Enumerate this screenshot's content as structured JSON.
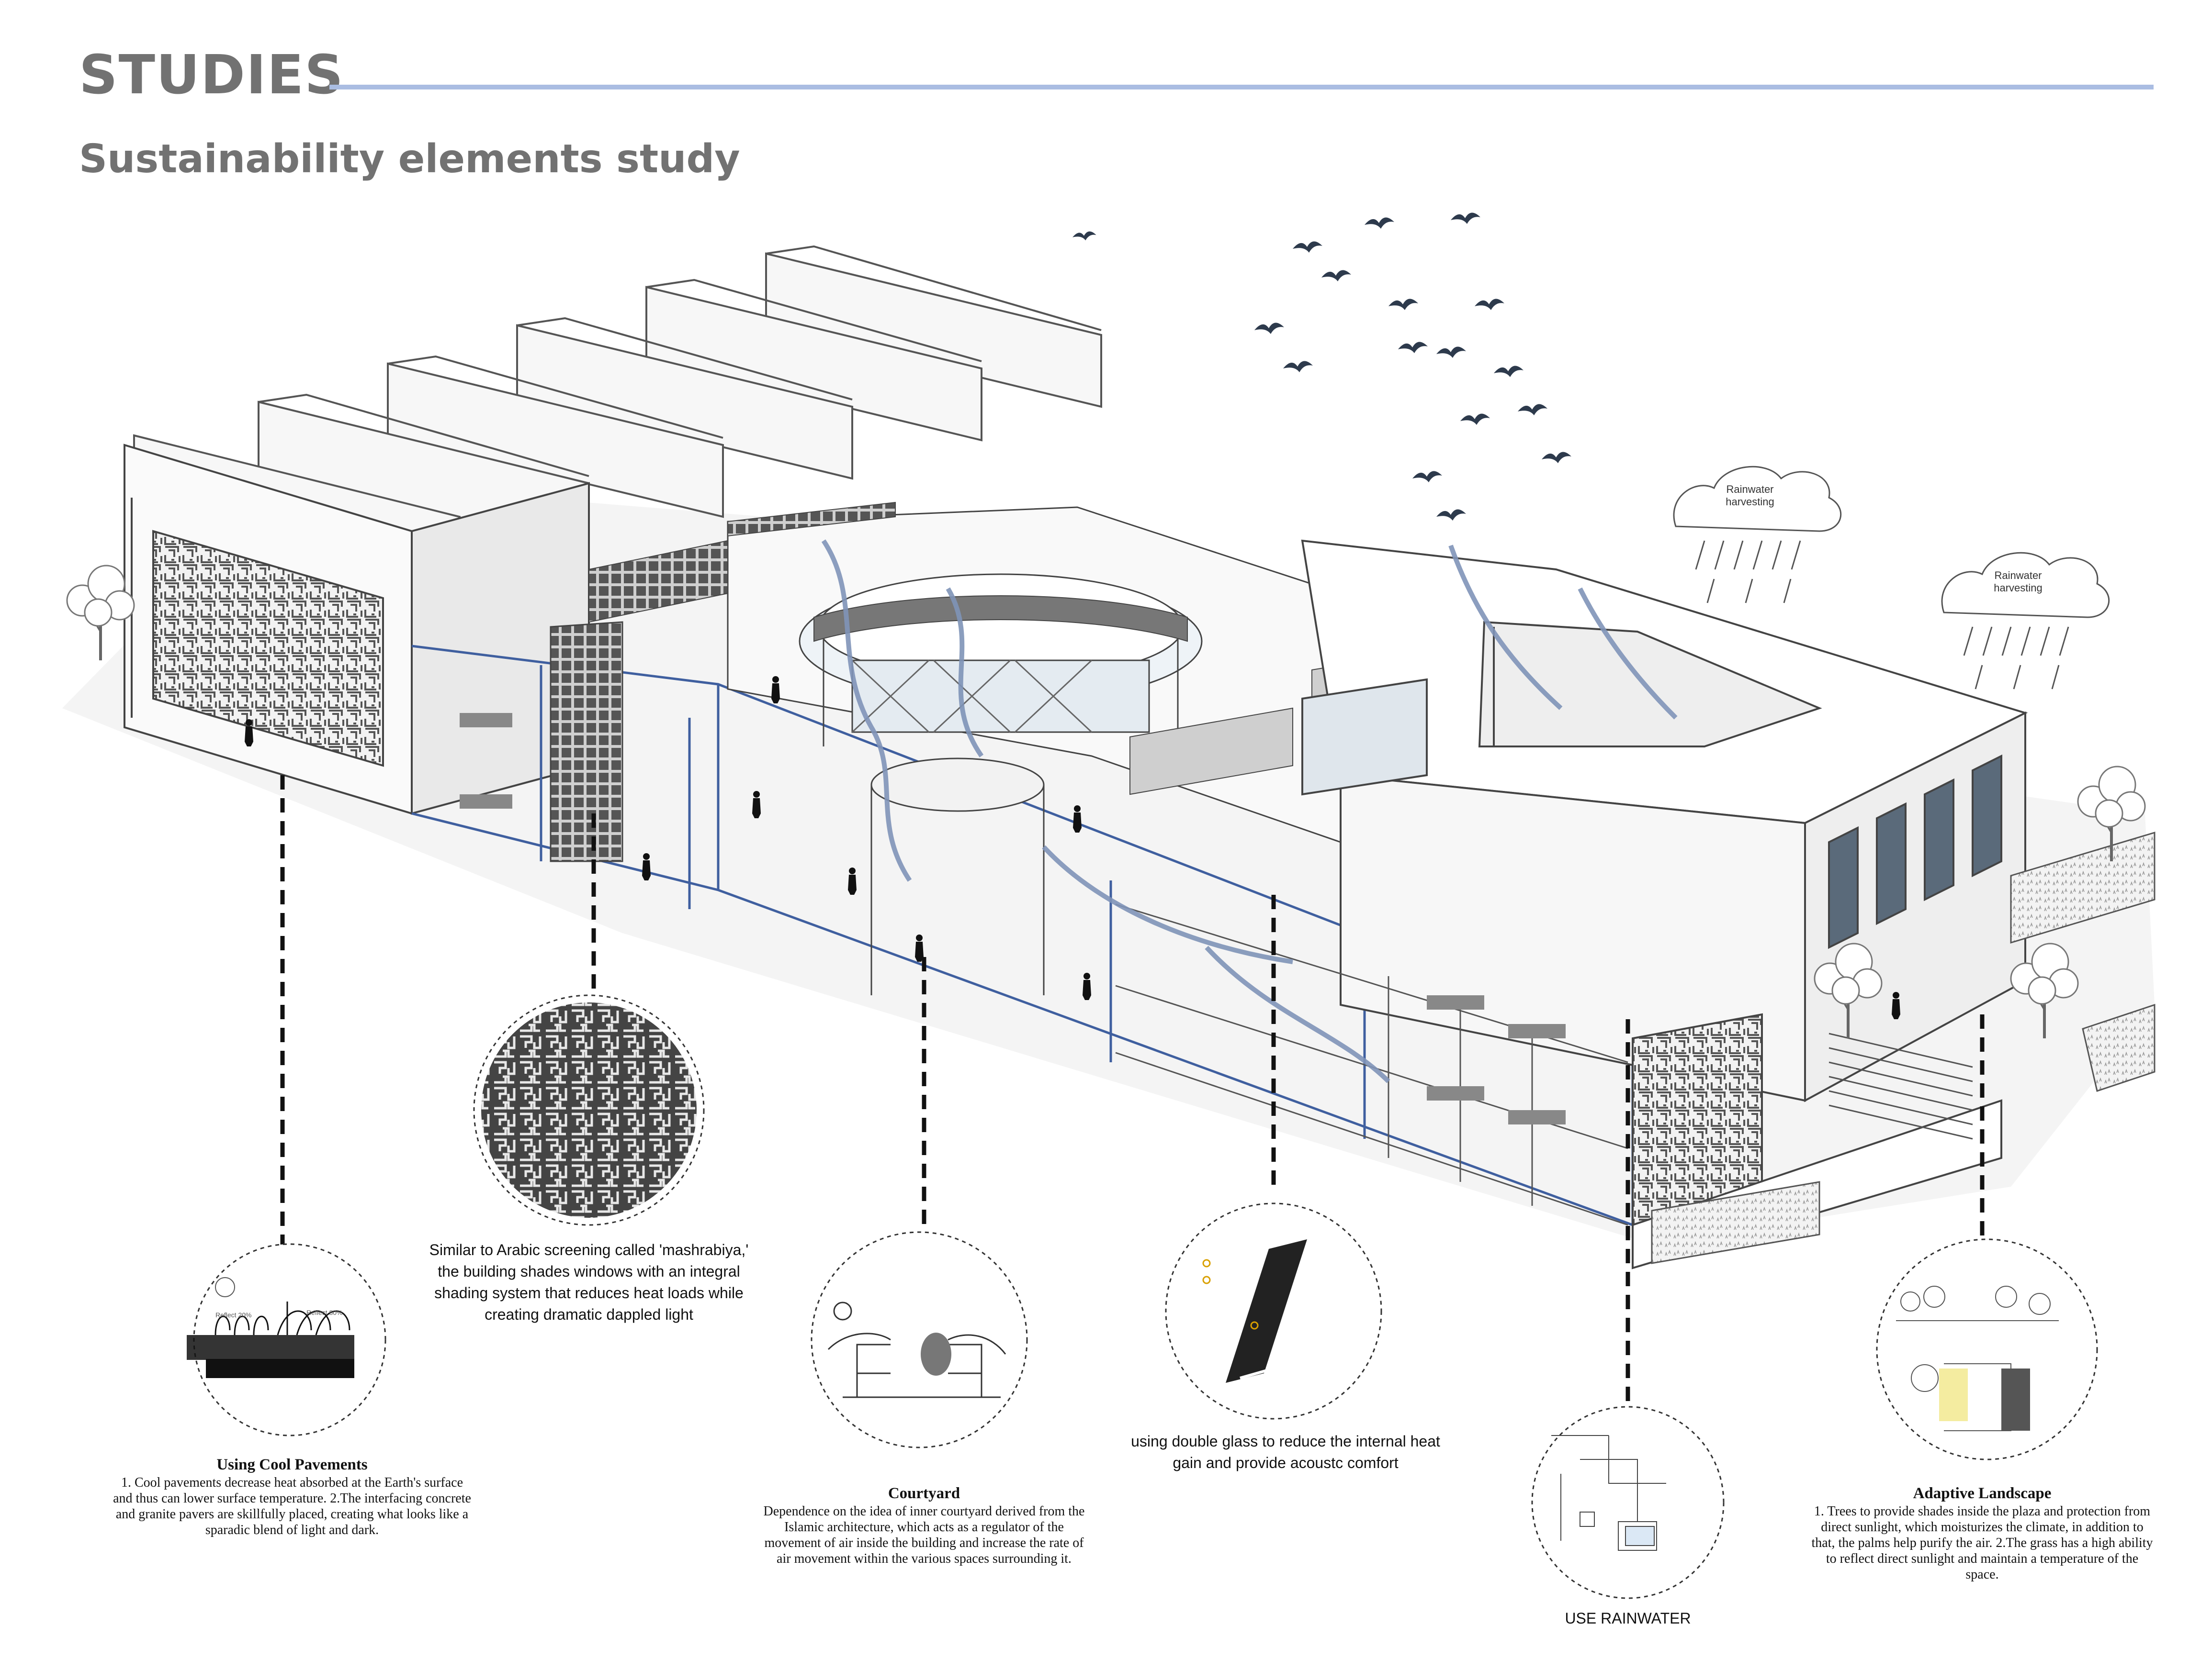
{
  "page": {
    "title": "STUDIES",
    "subtitle": "Sustainability elements study"
  },
  "clouds": [
    {
      "label": "Rainwater harvesting"
    },
    {
      "label": "Rainwater harvesting"
    }
  ],
  "callouts": {
    "pavements": {
      "title": "Using Cool Pavements",
      "body": "1. Cool pavements decrease heat absorbed at the Earth's surface and thus can lower surface temperature. 2.The interfacing concrete and granite pavers are skillfully placed, creating what looks like a sparadic blend of light and dark.",
      "labels": {
        "left": "Reflect 20%",
        "right": "Reflect 80%"
      }
    },
    "mashrabiya": {
      "body": "Similar to Arabic screening called 'mashrabiya,' the building shades windows with an integral shading system that reduces heat loads while creating dramatic dappled light"
    },
    "courtyard": {
      "title": "Courtyard",
      "body": "Dependence on the idea of inner courtyard derived from the Islamic architecture, which acts as a regulator of the movement of air inside the building and increase the rate of air movement within the various spaces surrounding it."
    },
    "glass": {
      "body": "using double glass to reduce the internal heat gain and provide acoustc comfort"
    },
    "rainwater": {
      "title": "USE RAINWATER"
    },
    "landscape": {
      "title": "Adaptive Landscape",
      "body": "1. Trees to provide shades inside the plaza and protection from direct sunlight, which moisturizes the climate, in addition to that, the palms help purify the air. 2.The grass has a high ability to reflect direct sunlight and maintain a temperature of the space."
    }
  },
  "colors": {
    "heading": "#727272",
    "rule": "#aabde2",
    "section": "#3f5f9f",
    "airflow": "#7f94b8"
  }
}
